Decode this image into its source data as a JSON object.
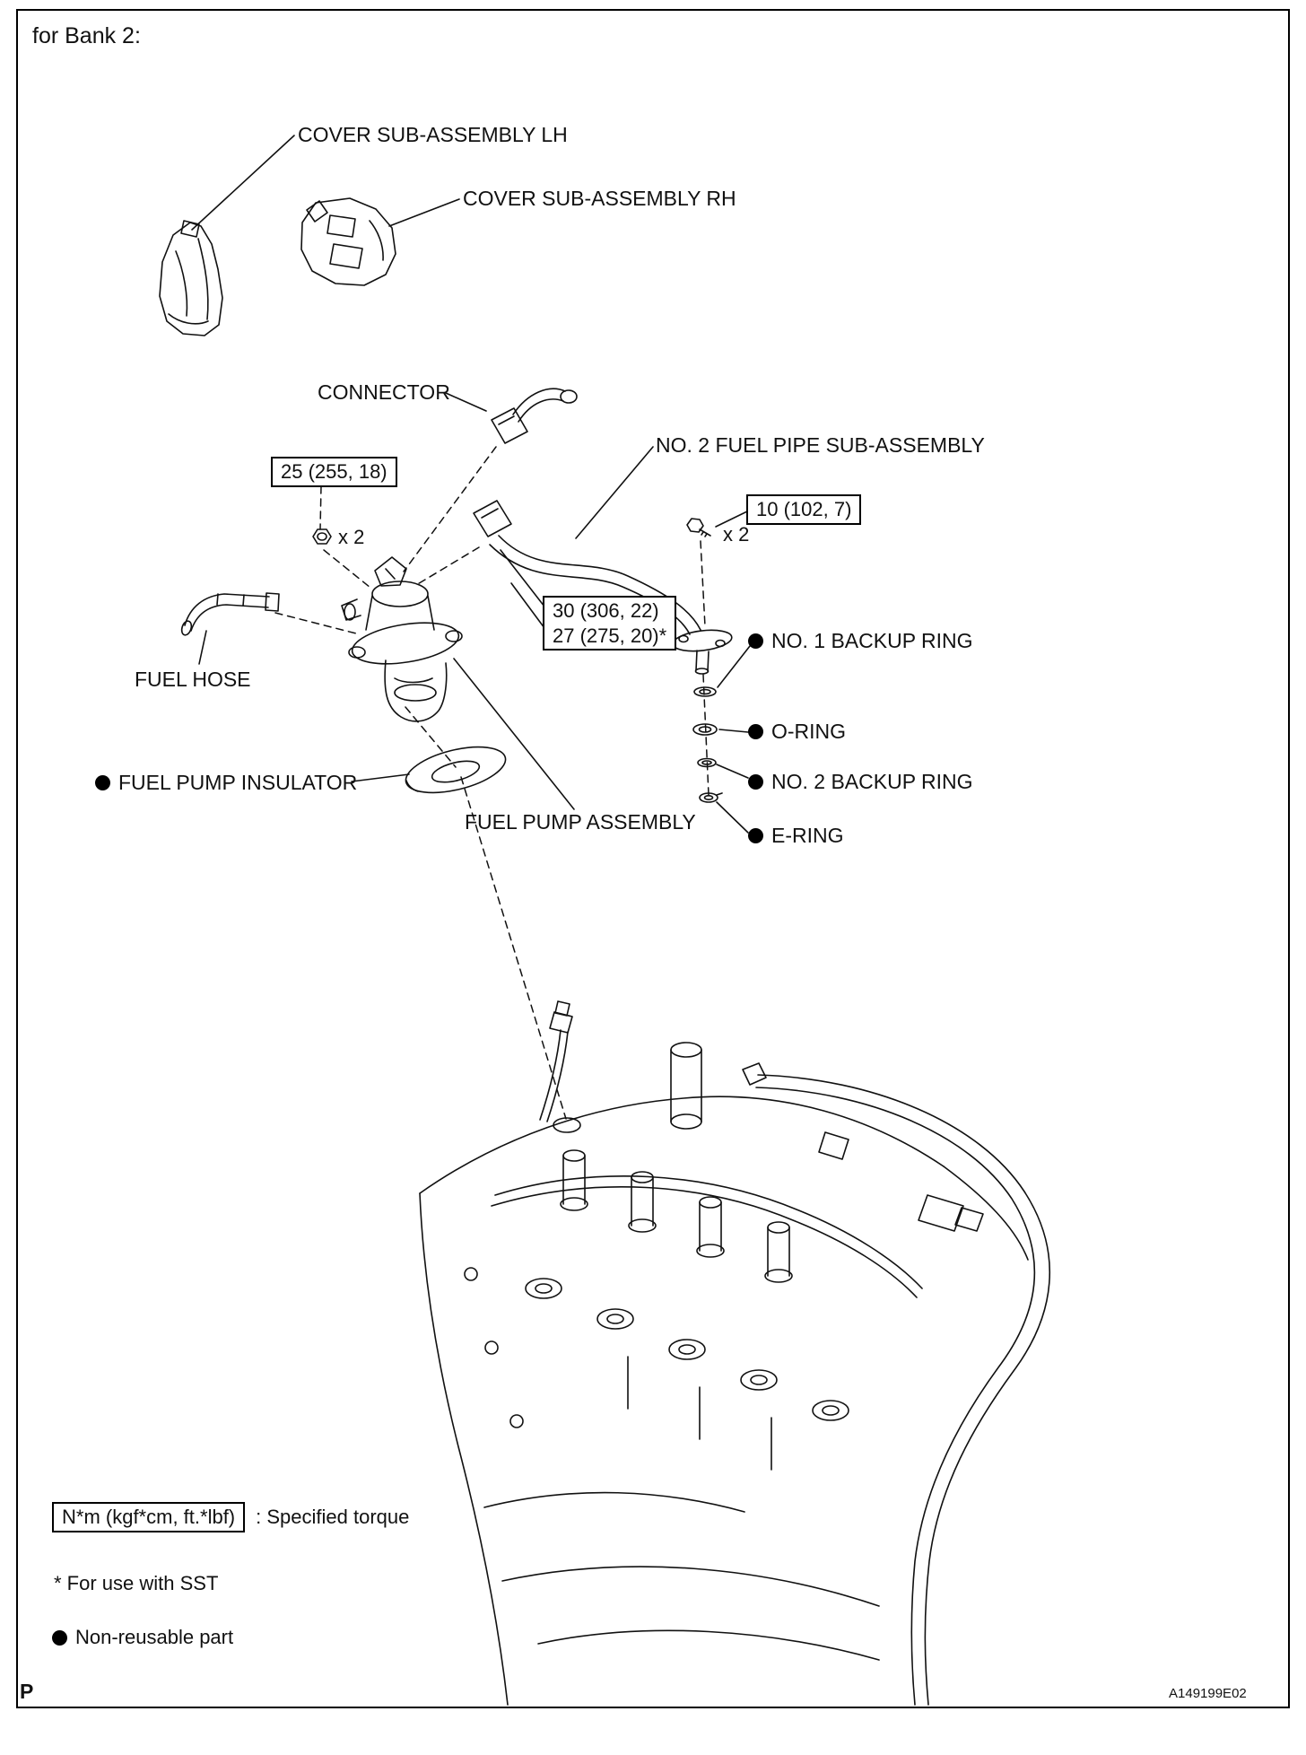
{
  "header": {
    "title": "for Bank 2:"
  },
  "parts": {
    "cover_lh": "COVER SUB-ASSEMBLY LH",
    "cover_rh": "COVER SUB-ASSEMBLY RH",
    "connector": "CONNECTOR",
    "fuel_pipe": "NO. 2 FUEL PIPE SUB-ASSEMBLY",
    "fuel_hose": "FUEL HOSE",
    "backup_ring_1": "NO. 1 BACKUP RING",
    "o_ring": "O-RING",
    "fuel_pump_insulator": "FUEL PUMP INSULATOR",
    "backup_ring_2": "NO. 2 BACKUP RING",
    "fuel_pump_assembly": "FUEL PUMP ASSEMBLY",
    "e_ring": "E-RING"
  },
  "torque_specs": {
    "nut": {
      "value": "25 (255, 18)",
      "qty": "x 2"
    },
    "bolt": {
      "value": "10 (102, 7)",
      "qty": "x 2"
    },
    "union": {
      "line1": "30 (306, 22)",
      "line2": "27 (275, 20)*"
    }
  },
  "legend": {
    "torque_unit": "N*m (kgf*cm, ft.*lbf)",
    "torque_label": ": Specified torque",
    "sst_note": "* For use with SST",
    "non_reusable": "Non-reusable part"
  },
  "footer": {
    "page_marker": "P",
    "figure_code": "A149199E02"
  }
}
